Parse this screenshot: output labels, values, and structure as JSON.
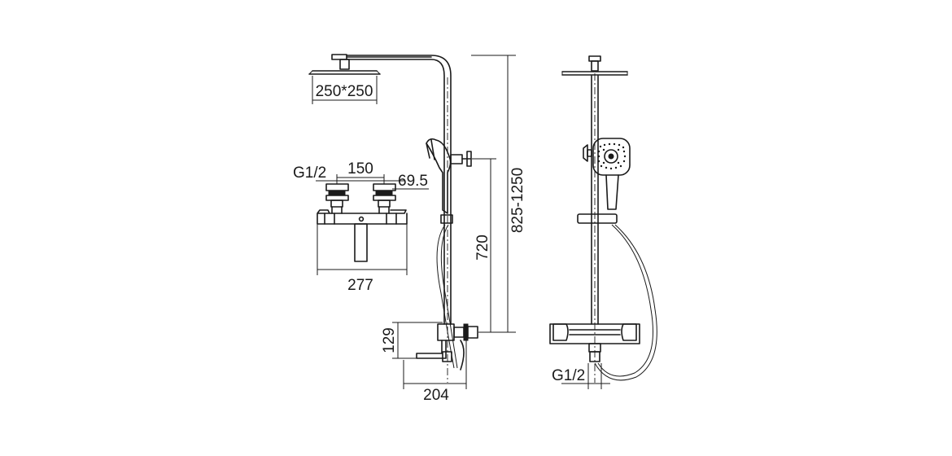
{
  "dimensions": {
    "head_size": "250*250",
    "inlet_thread_top": "G1/2",
    "inlet_spacing": "150",
    "eccentric_offset": "69.5",
    "mixer_width": "277",
    "slide_height": "720",
    "total_height": "825-1250",
    "spout_height": "129",
    "spout_projection": "204",
    "inlet_thread_front": "G1/2"
  },
  "colors": {
    "line": "#1a1a1a",
    "background": "#ffffff"
  }
}
